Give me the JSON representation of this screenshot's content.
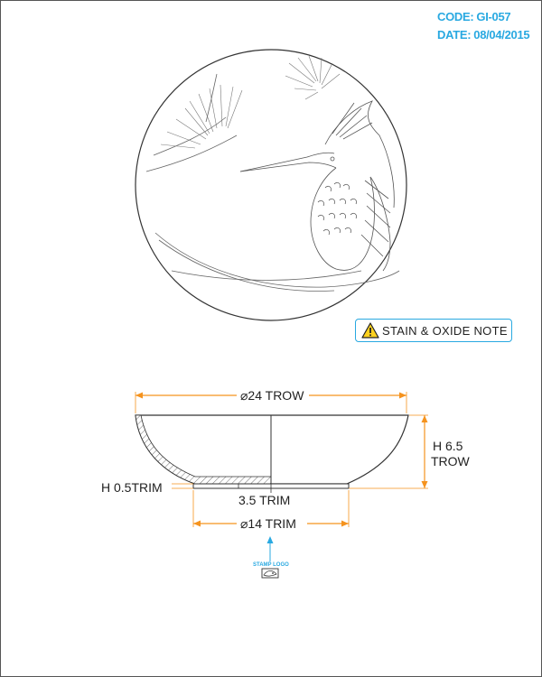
{
  "header": {
    "code_label": "CODE:",
    "code_value": "GI-057",
    "date_label": "DATE:",
    "date_value": "08/04/2015"
  },
  "note_button": {
    "label": "STAIN & OXIDE NOTE",
    "icon": "warning-icon"
  },
  "dimensions": {
    "outer_diameter": "⌀24 TROW",
    "height": "H 6.5",
    "height_unit": "TROW",
    "base_height": "H 0.5TRIM",
    "base_width": "3.5 TRIM",
    "foot_diameter": "⌀14 TRIM"
  },
  "stamp": {
    "label": "STAMP LOGO",
    "icon": "stamp-logo-icon"
  },
  "colors": {
    "accent": "#29a9e1",
    "dimension": "#f5931e",
    "line": "#333333"
  }
}
